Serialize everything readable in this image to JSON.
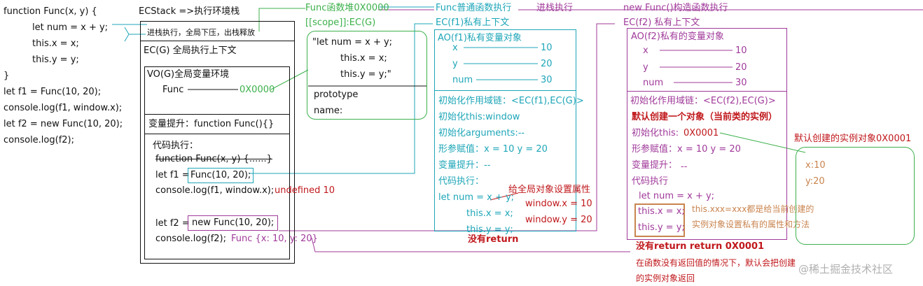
{
  "code": [
    "function Func(x, y) {",
    "let num = x + y;",
    "this.x = x;",
    "this.y = y;",
    "}",
    "let f1 = Func(10, 20);",
    "console.log(f1, window.x);",
    "let f2 = new Func(10, 20);",
    "console.log(f2);"
  ],
  "ecstack": {
    "title": "ECStack =>执行环境栈",
    "note": "进栈执行，全局下压，出栈释放",
    "ecg_title": "EC(G) 全局执行上下文",
    "vog_title": "VO(G)全局变量环境",
    "func_label": "Func",
    "func_addr": "0X0000",
    "hoist": "变量提升：function Func(){}",
    "exec_title": "代码执行：",
    "exec_struck": "function Func(x, y) {......}",
    "exec_f1_prefix": "let f1 =",
    "exec_f1_call": "Func(10, 20);",
    "exec_log1": "console.log(f1, window.x);",
    "exec_log1_result": "undefined 10",
    "exec_f2_prefix": "let f2 =",
    "exec_f2_call": "new Func(10, 20);",
    "exec_log2": "console.log(f2);",
    "exec_log2_result": "Func {x: 10, y: 20}"
  },
  "heap": {
    "title": "Func函数堆0X0000",
    "scope": "[[scope]]:EC(G)",
    "code": [
      "\"let num = x + y;",
      "this.x = x;",
      "this.y = y;\""
    ],
    "prototype": "prototype",
    "name": "name:"
  },
  "ecf1": {
    "top_label": "Func普通函数执行",
    "push_label": "进栈执行",
    "title": "EC(f1)私有上下文",
    "ao_title": "AO(f1)私有变量对象",
    "vars": [
      {
        "k": "x",
        "v": "10"
      },
      {
        "k": "y",
        "v": "20"
      },
      {
        "k": "num",
        "v": "30"
      }
    ],
    "steps": [
      "初始化作用域链：<EC(f1),EC(G)>",
      "初始化this:window",
      "初始化arguments:--",
      "形参赋值：x = 10 y = 20",
      "变量提升：--",
      "代码执行："
    ],
    "exec_code": [
      "let num = x + y;",
      "this.x = x;",
      "this.y = y;"
    ],
    "window_note": "给全局对象设置属性",
    "window_x": "window.x = 10",
    "window_y": "window.y = 20",
    "no_return": "没有return"
  },
  "ecf2": {
    "top_label": "new Func()构造函数执行",
    "title": "EC(f2) 私有上下文",
    "ao_title": "AO(f2)私有的变量对象",
    "vars": [
      {
        "k": "x",
        "v": "10"
      },
      {
        "k": "y",
        "v": "20"
      },
      {
        "k": "num",
        "v": "30"
      }
    ],
    "scope_chain": "初始化作用域链：<EC(f2),EC(G)>",
    "default_obj": "默认创建一个对象（当前类的实例）",
    "init_this_label": "初始化this:",
    "init_this_value": "0X0001",
    "args": "形参赋值：x = 10  y = 20",
    "hoist": "变量提升：",
    "hoist_value": "--",
    "exec_title": "代码执行",
    "exec_num": "let num = x + y;",
    "exec_x": "this.x = x;",
    "exec_y": "this.y = y;",
    "this_note_1": "this.xxx=xxx都是给当前创建的",
    "this_note_2": "实例对象设置私有的属性和方法",
    "return_note": "没有return return 0X0001",
    "return_desc_1": "在函数没有返回值的情况下，默认会把创建",
    "return_desc_2": "的实例对象返回"
  },
  "instance": {
    "label": "默认创建的实例对象0X0001",
    "x": "x:10",
    "y": "y:20"
  },
  "watermark": "@稀土掘金技术社区"
}
